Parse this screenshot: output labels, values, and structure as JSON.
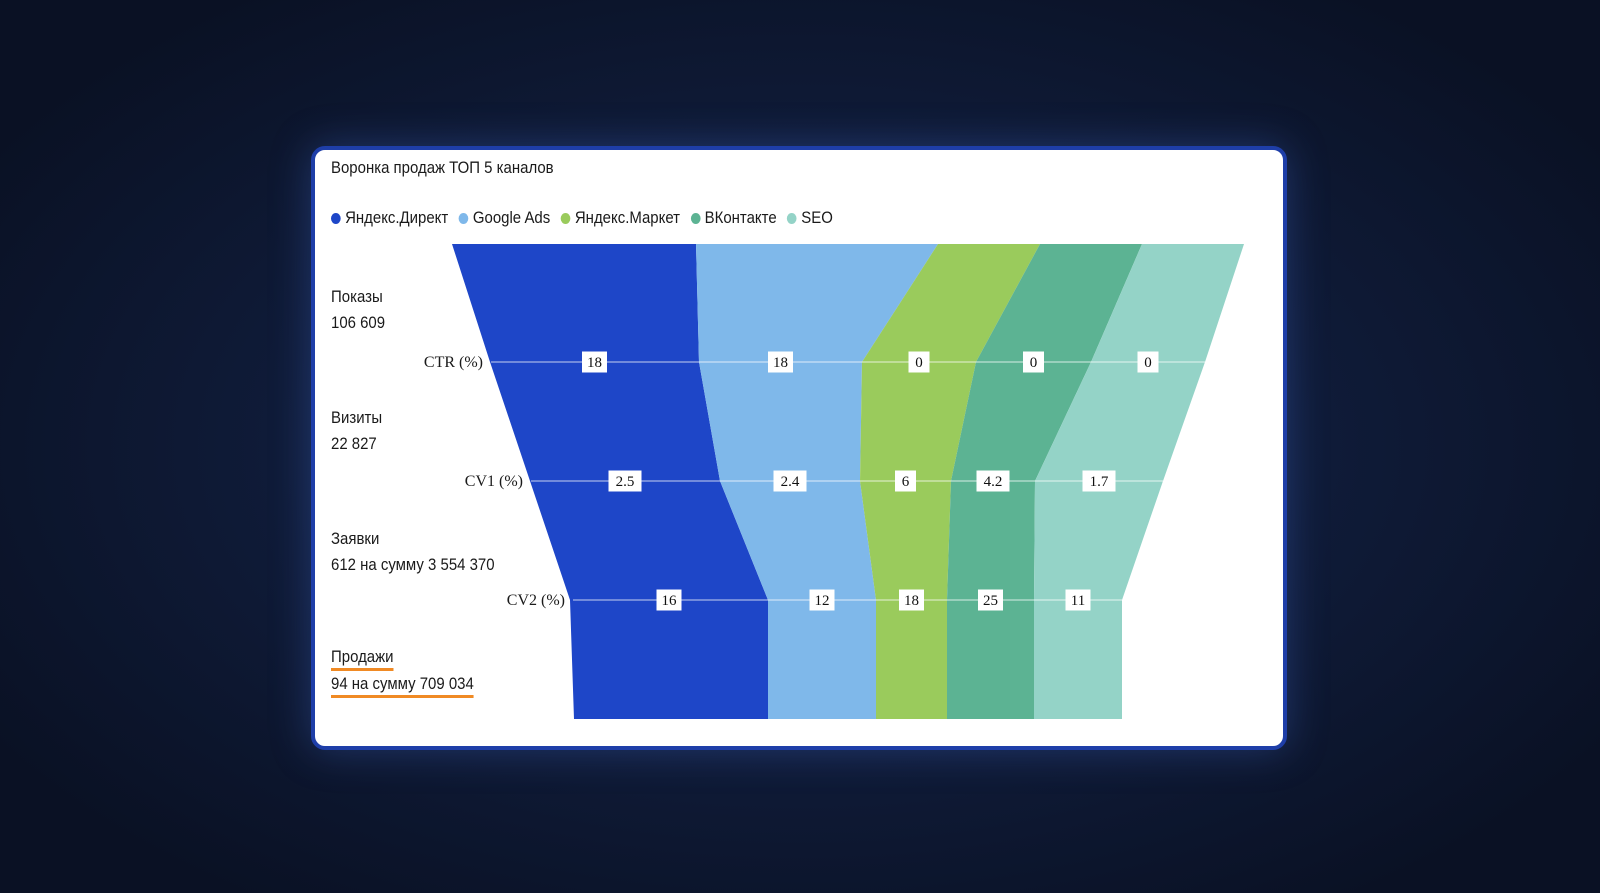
{
  "title": "Воронка продаж ТОП 5 каналов",
  "legend": [
    {
      "label": "Яндекс.Директ",
      "color": "#1e46c8"
    },
    {
      "label": "Google Ads",
      "color": "#7fb8ea"
    },
    {
      "label": "Яндекс.Маркет",
      "color": "#9acb5c"
    },
    {
      "label": "ВКонтакте",
      "color": "#5cb393"
    },
    {
      "label": "SEO",
      "color": "#94d3c7"
    }
  ],
  "stages": [
    {
      "name": "Показы",
      "value": "106 609"
    },
    {
      "name": "Визиты",
      "value": "22 827"
    },
    {
      "name": "Заявки",
      "value": "612 на сумму 3 554 370"
    },
    {
      "name": "Продажи",
      "value": "94 на сумму 709 034"
    }
  ],
  "chart_data": {
    "type": "funnel",
    "title": "Воронка продаж ТОП 5 каналов",
    "series_names": [
      "Яндекс.Директ",
      "Google Ads",
      "Яндекс.Маркет",
      "ВКонтакте",
      "SEO"
    ],
    "stage_names": [
      "Показы",
      "Визиты",
      "Заявки",
      "Продажи"
    ],
    "stage_totals": [
      "106 609",
      "22 827",
      "612 на сумму 3 554 370",
      "94 на сумму 709 034"
    ],
    "rates": [
      {
        "label": "CTR (%)",
        "values": [
          "18",
          "18",
          "0",
          "0",
          "0"
        ]
      },
      {
        "label": "CV1 (%)",
        "values": [
          "2.5",
          "2.4",
          "6",
          "4.2",
          "1.7"
        ]
      },
      {
        "label": "CV2 (%)",
        "values": [
          "16",
          "12",
          "18",
          "25",
          "11"
        ]
      }
    ]
  }
}
